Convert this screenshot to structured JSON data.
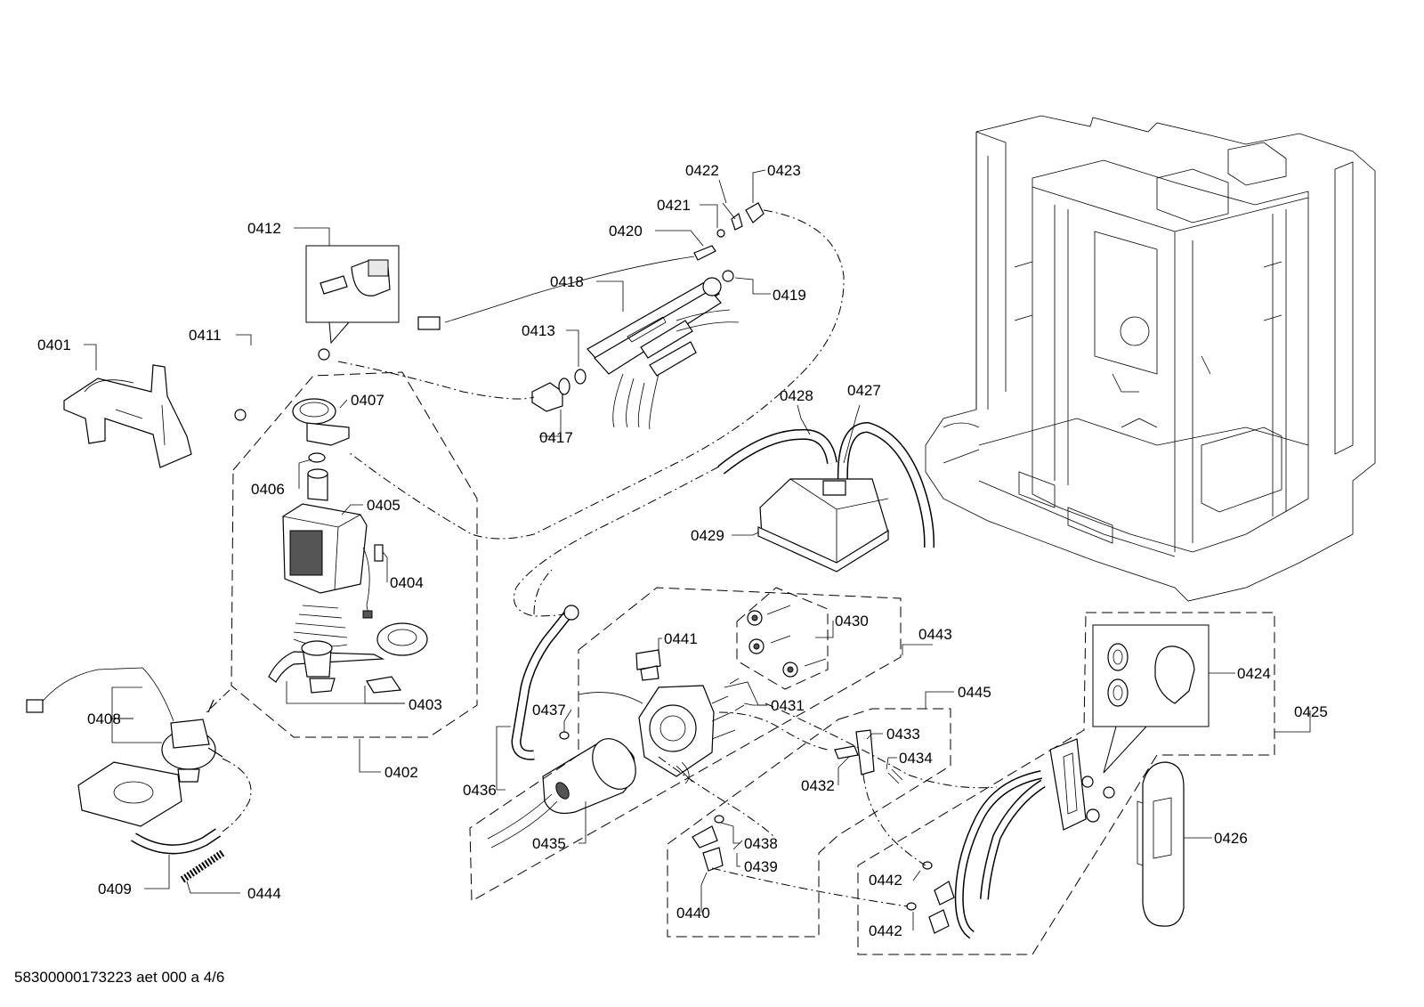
{
  "diagram": {
    "parts": [
      {
        "id": "p0401",
        "label": "0401"
      },
      {
        "id": "p0402",
        "label": "0402"
      },
      {
        "id": "p0403",
        "label": "0403"
      },
      {
        "id": "p0404",
        "label": "0404"
      },
      {
        "id": "p0405",
        "label": "0405"
      },
      {
        "id": "p0406",
        "label": "0406"
      },
      {
        "id": "p0407",
        "label": "0407"
      },
      {
        "id": "p0408",
        "label": "0408"
      },
      {
        "id": "p0409",
        "label": "0409"
      },
      {
        "id": "p0411",
        "label": "0411"
      },
      {
        "id": "p0412",
        "label": "0412"
      },
      {
        "id": "p0413",
        "label": "0413"
      },
      {
        "id": "p0417",
        "label": "0417"
      },
      {
        "id": "p0418",
        "label": "0418"
      },
      {
        "id": "p0419",
        "label": "0419"
      },
      {
        "id": "p0420",
        "label": "0420"
      },
      {
        "id": "p0421",
        "label": "0421"
      },
      {
        "id": "p0422",
        "label": "0422"
      },
      {
        "id": "p0423",
        "label": "0423"
      },
      {
        "id": "p0424",
        "label": "0424"
      },
      {
        "id": "p0425",
        "label": "0425"
      },
      {
        "id": "p0426",
        "label": "0426"
      },
      {
        "id": "p0427",
        "label": "0427"
      },
      {
        "id": "p0428",
        "label": "0428"
      },
      {
        "id": "p0429",
        "label": "0429"
      },
      {
        "id": "p0430",
        "label": "0430"
      },
      {
        "id": "p0431",
        "label": "0431"
      },
      {
        "id": "p0432",
        "label": "0432"
      },
      {
        "id": "p0433",
        "label": "0433"
      },
      {
        "id": "p0434",
        "label": "0434"
      },
      {
        "id": "p0435",
        "label": "0435"
      },
      {
        "id": "p0436",
        "label": "0436"
      },
      {
        "id": "p0437",
        "label": "0437"
      },
      {
        "id": "p0438",
        "label": "0438"
      },
      {
        "id": "p0439",
        "label": "0439"
      },
      {
        "id": "p0440",
        "label": "0440"
      },
      {
        "id": "p0441",
        "label": "0441"
      },
      {
        "id": "p0442a",
        "label": "0442"
      },
      {
        "id": "p0442b",
        "label": "0442"
      },
      {
        "id": "p0443",
        "label": "0443"
      },
      {
        "id": "p0444",
        "label": "0444"
      },
      {
        "id": "p0445",
        "label": "0445"
      }
    ]
  },
  "footer": {
    "drawing_code": "58300000173223 aet 000 a 4/6"
  }
}
